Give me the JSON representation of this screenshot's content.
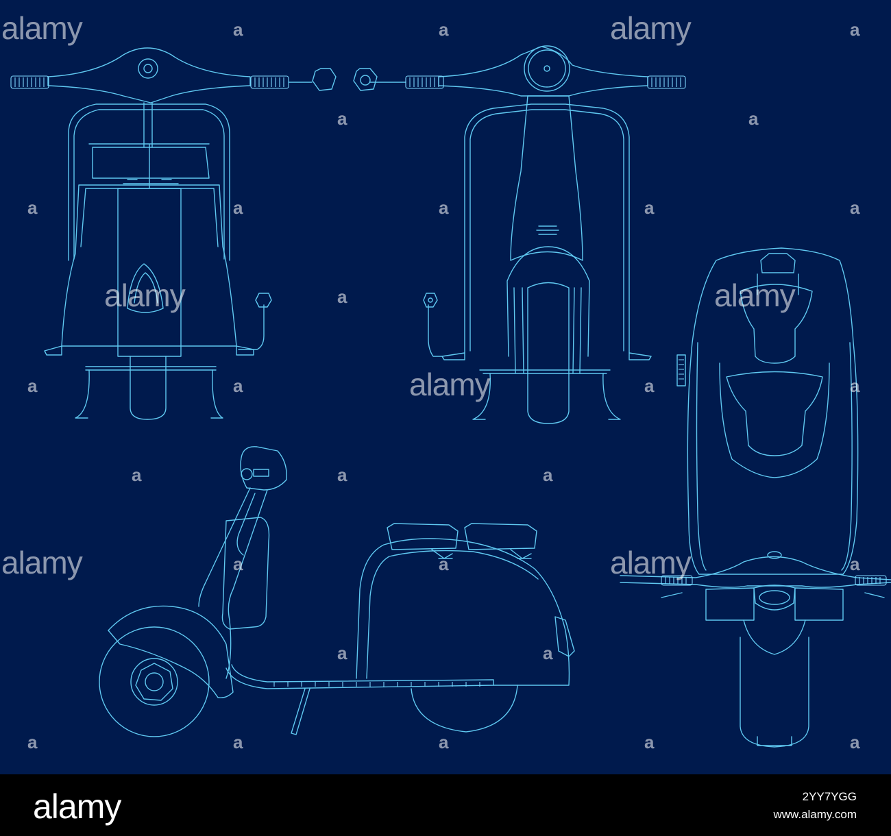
{
  "watermark": {
    "text": "alamy",
    "mark": "a"
  },
  "footer": {
    "logo": "alamy",
    "image_id": "2YY7YGG",
    "site": "www.alamy.com"
  },
  "colors": {
    "background": "#001a4d",
    "line": "#5fc8f0",
    "footer": "#000000"
  }
}
